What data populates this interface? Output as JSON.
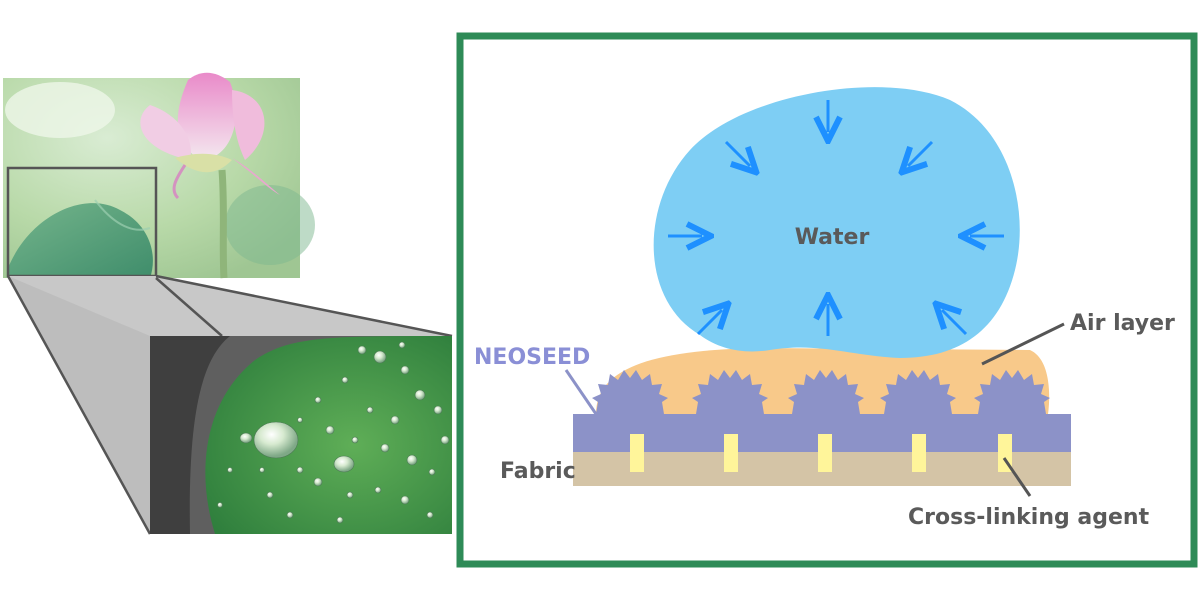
{
  "photos": {
    "flower_alt": "lotus flower and leaf photo",
    "zoom_alt": "water droplets on lotus leaf close-up"
  },
  "diagram": {
    "labels": {
      "water": "Water",
      "air_layer": "Air layer",
      "neoseed": "NEOSEED",
      "fabric": "Fabric",
      "crosslink": "Cross-linking agent"
    }
  },
  "colors": {
    "frame": "#2e8b57",
    "water": "#7ecef4",
    "arrows": "#1e90ff",
    "air": "#f8c98a",
    "neoseed": "#8c92c8",
    "fabric": "#d4c4a6",
    "crosslink": "#fff59a",
    "text": "#5a5a5a",
    "neoseed_text": "#8a8fd6"
  }
}
